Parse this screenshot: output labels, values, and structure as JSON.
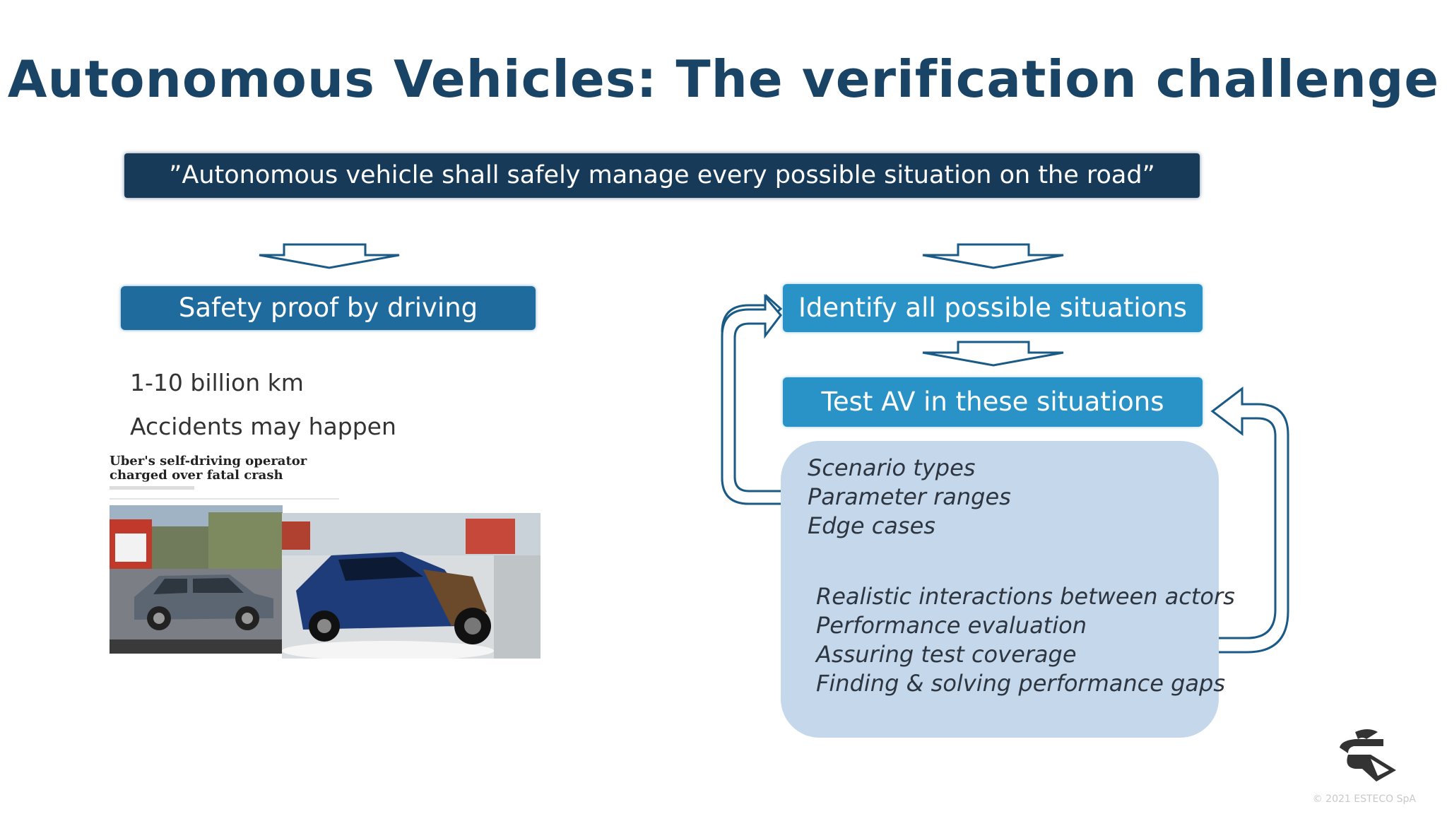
{
  "slide": {
    "title": "Autonomous Vehicles: The verification challenge",
    "quote": "”Autonomous vehicle shall safely manage every possible situation on the road”"
  },
  "left": {
    "heading": "Safety proof by driving",
    "line1": "1-10 billion km",
    "line2": "Accidents may happen",
    "news_headline": "Uber's self-driving operator charged over fatal crash"
  },
  "right": {
    "box1": "Identify all possible situations",
    "box2": "Test AV in these situations",
    "panel_group1": [
      "Scenario types",
      "Parameter ranges",
      "Edge cases"
    ],
    "panel_group2": [
      "Realistic interactions between actors",
      "Performance evaluation",
      "Assuring test coverage",
      "Finding & solving performance gaps"
    ]
  },
  "footer": {
    "copyright": "© 2021 ESTECO SpA"
  },
  "colors": {
    "title": "#1a4466",
    "quote_bar": "#173a58",
    "box_dark": "#1f6b9e",
    "box_light": "#2993c8",
    "panel": "#c5d7ea",
    "arrow_stroke": "#1a5a86"
  }
}
